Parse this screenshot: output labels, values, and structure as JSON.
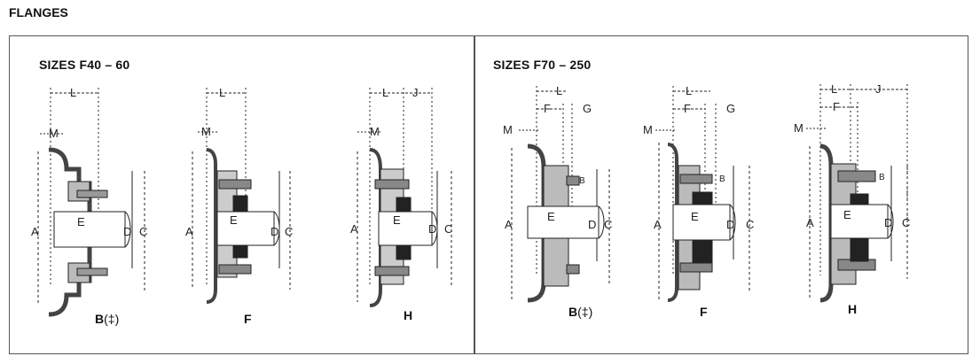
{
  "heading": "FLANGES",
  "panels": [
    {
      "title": "SIZES F40 – 60",
      "drawings": [
        {
          "caption": "B",
          "caption_mark": "(‡)",
          "labels": {
            "L": "L",
            "M": "M",
            "A": "A",
            "E": "E",
            "D": "D",
            "C": "C"
          }
        },
        {
          "caption": "F",
          "labels": {
            "L": "L",
            "M": "M",
            "A": "A",
            "E": "E",
            "D": "D",
            "C": "C"
          }
        },
        {
          "caption": "H",
          "labels": {
            "L": "L",
            "J": "J",
            "M": "M",
            "A": "A",
            "E": "E",
            "D": "D",
            "C": "C"
          }
        }
      ]
    },
    {
      "title": "SIZES F70 – 250",
      "drawings": [
        {
          "caption": "B",
          "caption_mark": "(‡)",
          "labels": {
            "L": "L",
            "F": "F",
            "G": "G",
            "M": "M",
            "A": "A",
            "E": "E",
            "D": "D",
            "C": "C",
            "B": "B"
          }
        },
        {
          "caption": "F",
          "labels": {
            "L": "L",
            "F": "F",
            "G": "G",
            "M": "M",
            "A": "A",
            "E": "E",
            "D": "D",
            "C": "C",
            "B": "B"
          }
        },
        {
          "caption": "H",
          "labels": {
            "L": "L",
            "J": "J",
            "F": "F",
            "M": "M",
            "A": "A",
            "E": "E",
            "D": "D",
            "C": "C",
            "B": "B"
          }
        }
      ]
    }
  ]
}
